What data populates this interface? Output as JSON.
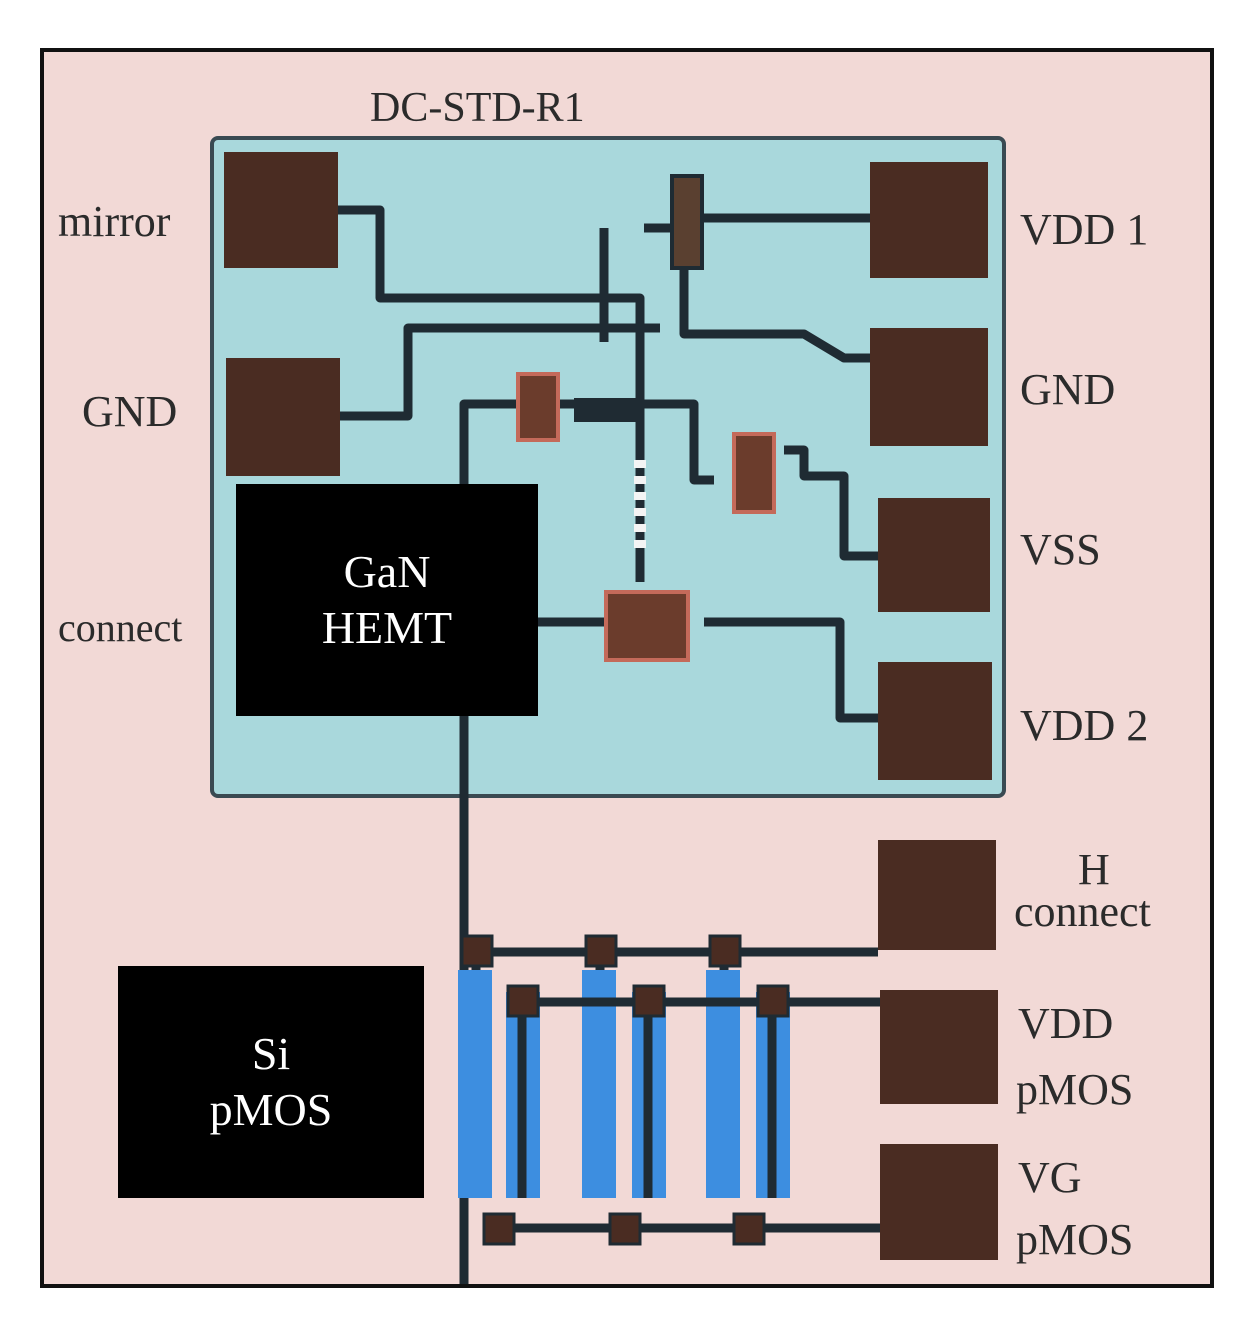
{
  "title": "DC-STD-R1",
  "left_labels": {
    "mirror": "mirror",
    "gnd": "GND",
    "connect": "connect"
  },
  "right_labels": {
    "vdd1": "VDD 1",
    "gnd": "GND",
    "vss": "VSS",
    "vdd2": "VDD 2",
    "h_connect_line1": "H",
    "h_connect_line2": "connect",
    "vdd_pmos_line1": "VDD",
    "vdd_pmos_line2": "pMOS",
    "vg_pmos_line1": "VG",
    "vg_pmos_line2": "pMOS"
  },
  "blocks": {
    "gan_hemt_line1": "GaN",
    "gan_hemt_line2": "HEMT",
    "si_pmos_line1": "Si",
    "si_pmos_line2": "pMOS"
  },
  "colors": {
    "background": "#f2d9d6",
    "chip": "#a9d8dc",
    "pad": "#4a2c22",
    "trace": "#1f2b33",
    "pmos_finger": "#3d8ee0",
    "block": "#000000"
  }
}
